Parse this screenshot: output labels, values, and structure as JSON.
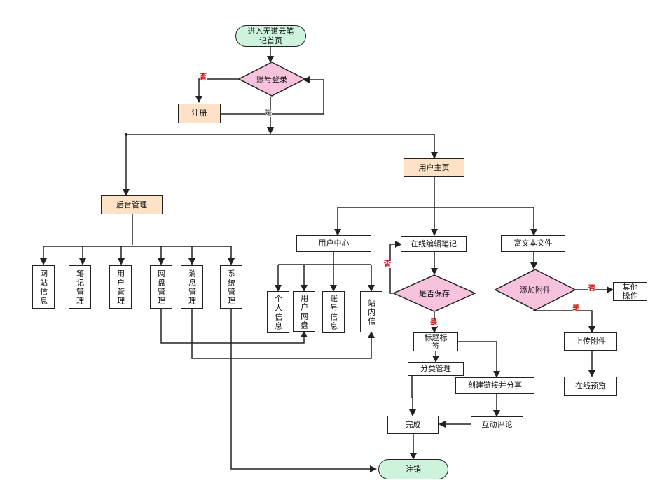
{
  "nodes": {
    "start": "进入无道云笔记首页",
    "login": "账号登录",
    "register": "注册",
    "user_home": "用户主页",
    "admin": "后台管理",
    "site_info": "网站信息",
    "note_mgmt": "笔记管理",
    "user_mgmt": "用户管理",
    "disk_mgmt": "网盘管理",
    "msg_mgmt": "消息管理",
    "sys_mgmt": "系统管理",
    "user_center": "用户中心",
    "personal_info": "个人信息",
    "user_disk": "用户网盘",
    "account_info": "账号信息",
    "site_msg": "站内信",
    "online_edit": "在线编辑笔记",
    "save_q": "是否保存",
    "title_tag": "标题标签",
    "category": "分类管理",
    "share": "创建链接并分享",
    "comment": "互动评论",
    "done": "完成",
    "logout": "注销",
    "rich_text": "富文本文件",
    "attach_q": "添加附件",
    "other_op": "其他操作",
    "upload": "上传附件",
    "preview": "在线预览"
  },
  "labels": {
    "no": "否",
    "yes": "是"
  },
  "colors": {
    "terminal": "#cdf3dc",
    "process_highlight": "#fde2c6",
    "decision": "#f7c2dc",
    "line": "#222222",
    "branch_label": "#cc0000"
  }
}
